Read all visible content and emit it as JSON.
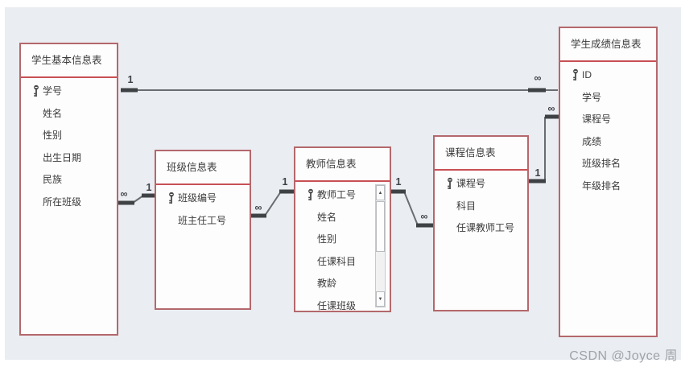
{
  "canvas": {
    "background_color": "#eaedf1",
    "table_border_color": "#b4686c",
    "title_separator_color": "#c75055",
    "line_color": "#6a6d70",
    "watermark": "CSDN @Joyce 周"
  },
  "tables": [
    {
      "name": "学生基本信息表",
      "fields": [
        {
          "label": "学号",
          "primary_key": true
        },
        {
          "label": "姓名",
          "primary_key": false
        },
        {
          "label": "性别",
          "primary_key": false
        },
        {
          "label": "出生日期",
          "primary_key": false
        },
        {
          "label": "民族",
          "primary_key": false
        },
        {
          "label": "所在班级",
          "primary_key": false
        }
      ]
    },
    {
      "name": "班级信息表",
      "fields": [
        {
          "label": "班级编号",
          "primary_key": true
        },
        {
          "label": "班主任工号",
          "primary_key": false
        }
      ]
    },
    {
      "name": "教师信息表",
      "has_scrollbar": true,
      "fields": [
        {
          "label": "教师工号",
          "primary_key": true
        },
        {
          "label": "姓名",
          "primary_key": false
        },
        {
          "label": "性别",
          "primary_key": false
        },
        {
          "label": "任课科目",
          "primary_key": false
        },
        {
          "label": "教龄",
          "primary_key": false
        },
        {
          "label": "任课班级",
          "primary_key": false
        }
      ]
    },
    {
      "name": "课程信息表",
      "fields": [
        {
          "label": "课程号",
          "primary_key": true
        },
        {
          "label": "科目",
          "primary_key": false
        },
        {
          "label": "任课教师工号",
          "primary_key": false
        }
      ]
    },
    {
      "name": "学生成绩信息表",
      "fields": [
        {
          "label": "ID",
          "primary_key": true
        },
        {
          "label": "学号",
          "primary_key": false
        },
        {
          "label": "课程号",
          "primary_key": false
        },
        {
          "label": "成绩",
          "primary_key": false
        },
        {
          "label": "班级排名",
          "primary_key": false
        },
        {
          "label": "年级排名",
          "primary_key": false
        }
      ]
    }
  ],
  "relationships": [
    {
      "from_table": "学生基本信息表",
      "from_field": "学号",
      "from_cardinality": "1",
      "to_table": "学生成绩信息表",
      "to_field": "学号",
      "to_cardinality": "∞"
    },
    {
      "from_table": "学生基本信息表",
      "from_field": "所在班级",
      "from_cardinality": "∞",
      "to_table": "班级信息表",
      "to_field": "班级编号",
      "to_cardinality": "1"
    },
    {
      "from_table": "班级信息表",
      "from_field": "班主任工号",
      "from_cardinality": "∞",
      "to_table": "教师信息表",
      "to_field": "教师工号",
      "to_cardinality": "1"
    },
    {
      "from_table": "教师信息表",
      "from_field": "教师工号",
      "from_cardinality": "1",
      "to_table": "课程信息表",
      "to_field": "任课教师工号",
      "to_cardinality": "∞"
    },
    {
      "from_table": "课程信息表",
      "from_field": "课程号",
      "from_cardinality": "1",
      "to_table": "学生成绩信息表",
      "to_field": "课程号",
      "to_cardinality": "∞"
    }
  ],
  "icons": {
    "scroll_up": "▲",
    "scroll_down": "▼"
  }
}
